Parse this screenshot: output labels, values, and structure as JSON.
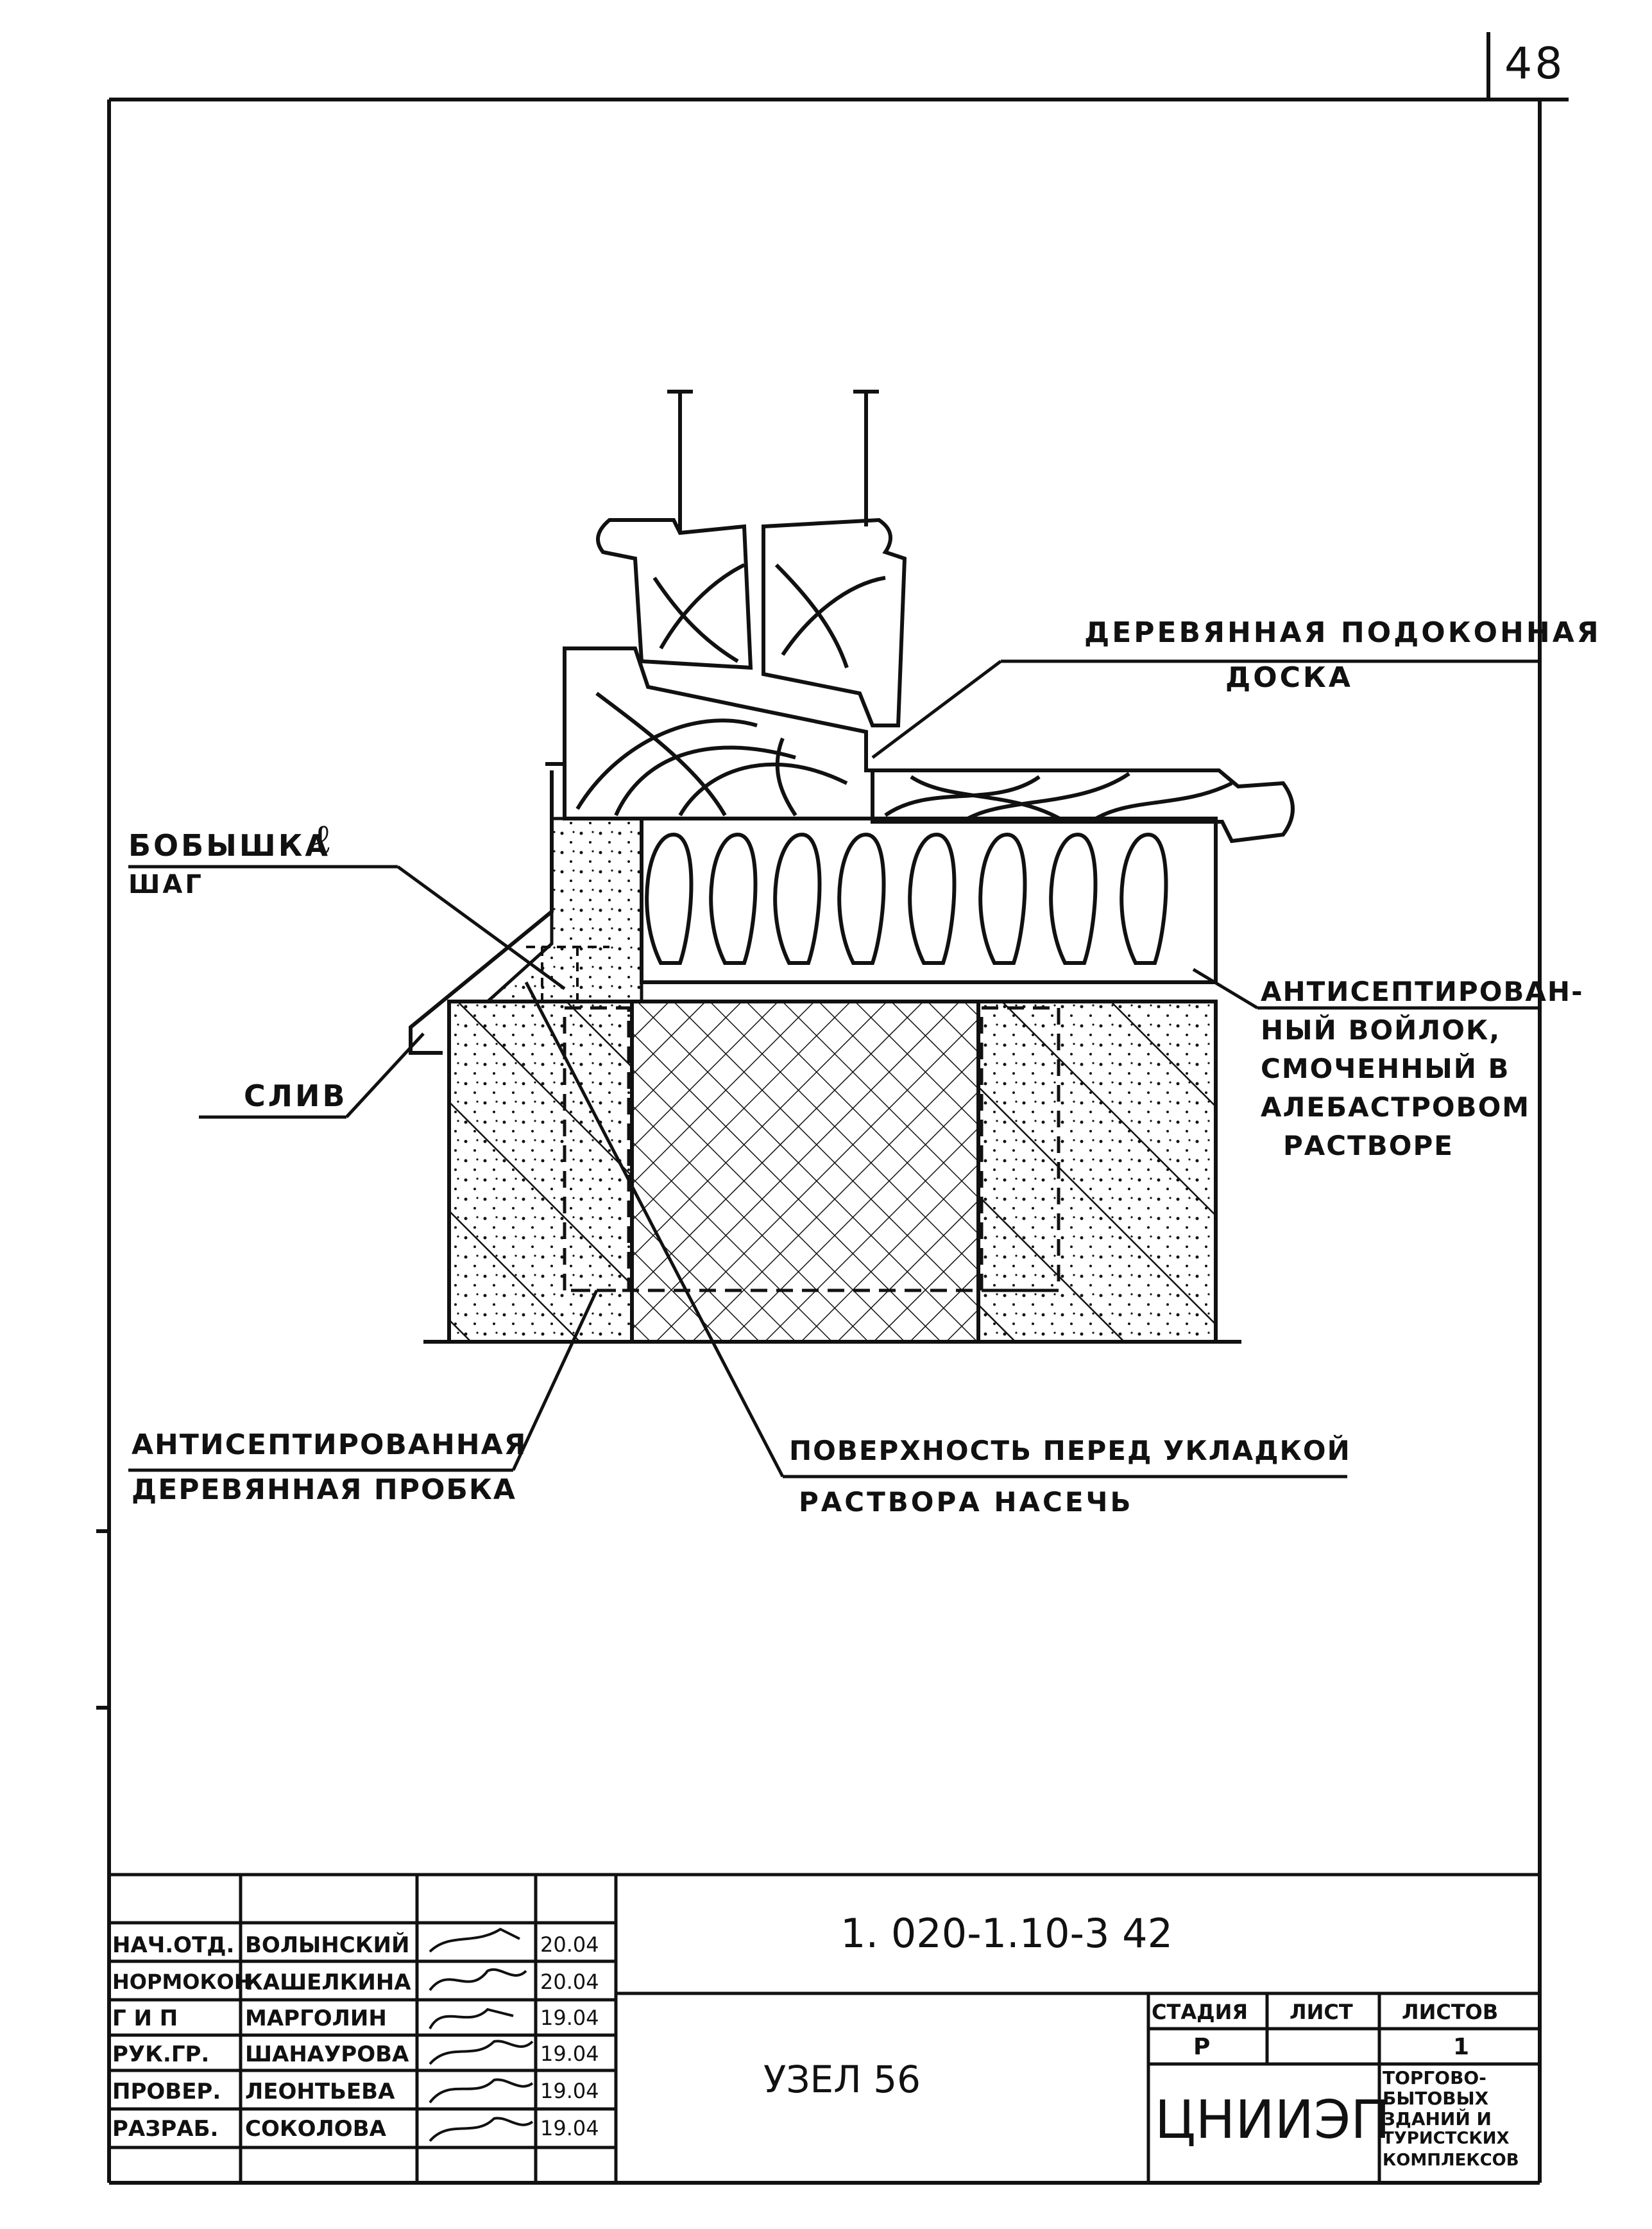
{
  "sheet": {
    "page_number": "48"
  },
  "labels": {
    "sill_board_1": "ДЕРЕВЯННАЯ ПОДОКОННАЯ",
    "sill_board_2": "ДОСКА",
    "boss_1": "БОБЫШКА",
    "boss_l": "ℓ",
    "boss_2": "ШАГ",
    "drip": "СЛИВ",
    "felt_1": "АНТИСЕПТИРОВАН-",
    "felt_2": "НЫЙ ВОЙЛОК,",
    "felt_3": "СМОЧЕННЫЙ В",
    "felt_4": "АЛЕБАСТРОВОМ",
    "felt_5": "РАСТВОРЕ",
    "plug_1": "АНТИСЕПТИРОВАННАЯ",
    "plug_2": "ДЕРЕВЯННАЯ ПРОБКА",
    "surface_1": "ПОВЕРХНОСТЬ ПЕРЕД УКЛАДКОЙ",
    "surface_2": "РАСТВОРА НАСЕЧЬ"
  },
  "title_block": {
    "doc_code": "1. 020-1.10-3 42",
    "title": "УЗЕЛ 56",
    "stage_header": "СТАДИЯ",
    "sheet_header": "ЛИСТ",
    "sheets_header": "ЛИСТОВ",
    "stage": "Р",
    "sheet": "",
    "sheets": "1",
    "org": "ЦНИИЭП",
    "org_desc_1": "ТОРГОВО-",
    "org_desc_2": "БЫТОВЫХ",
    "org_desc_3": "ЗДАНИЙ И",
    "org_desc_4": "ТУРИСТСКИХ",
    "org_desc_5": "КОМПЛЕКСОВ",
    "staff": [
      {
        "role": "НАЧ.ОТД.",
        "name": "ВОЛЫНСКИЙ",
        "date": "20.04"
      },
      {
        "role": "НОРМОКОН",
        "name": "КАШЕЛКИНА",
        "date": "20.04"
      },
      {
        "role": "Г И П",
        "name": "МАРГОЛИН",
        "date": "19.04"
      },
      {
        "role": "РУК.ГР.",
        "name": "ШАНАУРОВА",
        "date": "19.04"
      },
      {
        "role": "ПРОВЕР.",
        "name": "ЛЕОНТЬЕВА",
        "date": "19.04"
      },
      {
        "role": "РАЗРАБ.",
        "name": "СОКОЛОВА",
        "date": "19.04"
      }
    ]
  },
  "colors": {
    "ink": "#111111",
    "paper": "#ffffff"
  }
}
